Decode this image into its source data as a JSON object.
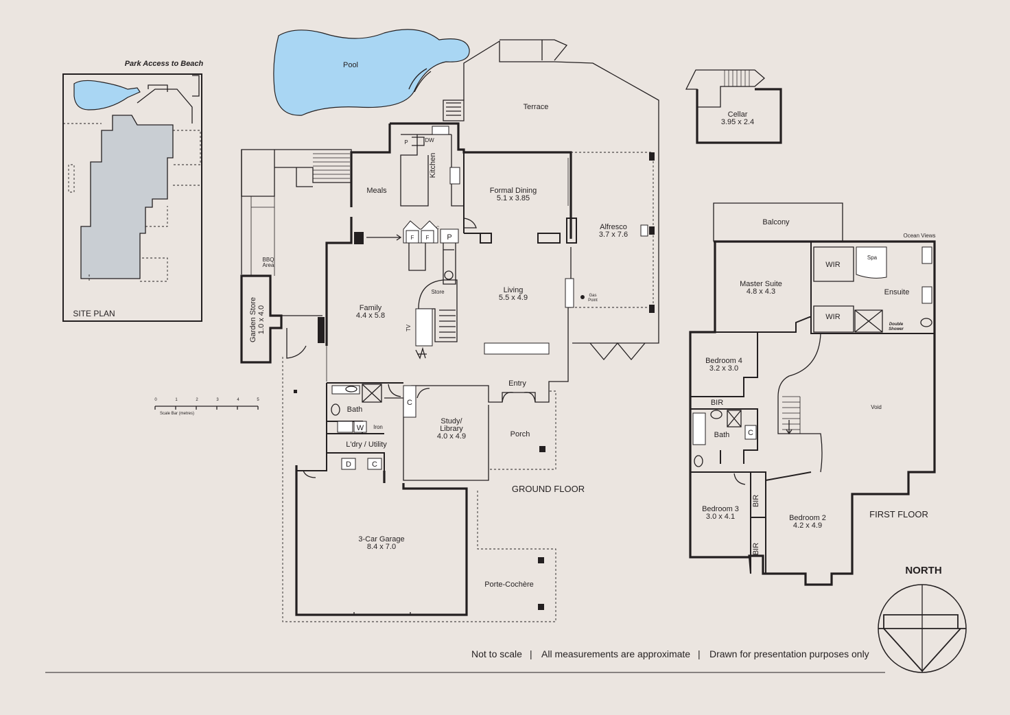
{
  "site_plan": {
    "title": "SITE PLAN",
    "park_access": "Park Access to Beach"
  },
  "scale_bar": {
    "ticks": [
      "0",
      "1",
      "2",
      "3",
      "4",
      "5"
    ],
    "caption": "Scale Bar (metres)"
  },
  "ground_floor": {
    "label": "GROUND FLOOR",
    "rooms": {
      "pool": "Pool",
      "terrace": "Terrace",
      "meals": "Meals",
      "kitchen": "Kitchen",
      "formal_dining": "Formal Dining",
      "formal_dining_size": "5.1 x 3.85",
      "alfresco": "Alfresco",
      "alfresco_size": "3.7 x 7.6",
      "family": "Family",
      "family_size": "4.4 x 5.8",
      "living": "Living",
      "living_size": "5.5 x 4.9",
      "store": "Store",
      "bbq_line1": "BBQ",
      "bbq_line2": "Area",
      "garden_store": "Garden Store",
      "garden_store_size": "1.0 x 4.0",
      "bath": "Bath",
      "iron": "Iron",
      "laundry": "L'dry / Utility",
      "study_line1": "Study/",
      "study_line2": "Library",
      "study_size": "4.0 x 4.9",
      "entry": "Entry",
      "porch": "Porch",
      "garage": "3-Car Garage",
      "garage_size": "8.4 x 7.0",
      "porte_cochere": "Porte-Cochère",
      "gas_line1": "Gas",
      "gas_line2": "Point",
      "tv": "TV"
    },
    "fixtures": {
      "p": "P",
      "dw": "DW",
      "c": "C",
      "f": "F",
      "w": "W",
      "d": "D"
    }
  },
  "cellar": {
    "label": "Cellar",
    "size": "3.95 x 2.4"
  },
  "first_floor": {
    "label": "FIRST FLOOR",
    "rooms": {
      "balcony": "Balcony",
      "ocean_views": "Ocean Views",
      "master_suite": "Master Suite",
      "master_suite_size": "4.8 x 4.3",
      "wir": "WIR",
      "spa": "Spa",
      "ensuite": "Ensuite",
      "double_line1": "Double",
      "double_line2": "Shower",
      "bedroom4": "Bedroom 4",
      "bedroom4_size": "3.2 x 3.0",
      "bir": "BIR",
      "bath": "Bath",
      "void": "Void",
      "bedroom3": "Bedroom 3",
      "bedroom3_size": "3.0 x 4.1",
      "bedroom2": "Bedroom 2",
      "bedroom2_size": "4.2 x 4.9",
      "c": "C"
    }
  },
  "north": "NORTH",
  "disclaimer": {
    "part1": "Not to scale",
    "part2": "All measurements are approximate",
    "part3": "Drawn for presentation purposes only",
    "separator": "|"
  },
  "colors": {
    "background": "#ebe5e0",
    "walls": "#231f20",
    "pool": "#a9d6f3",
    "site_house": "#c9ced3"
  }
}
